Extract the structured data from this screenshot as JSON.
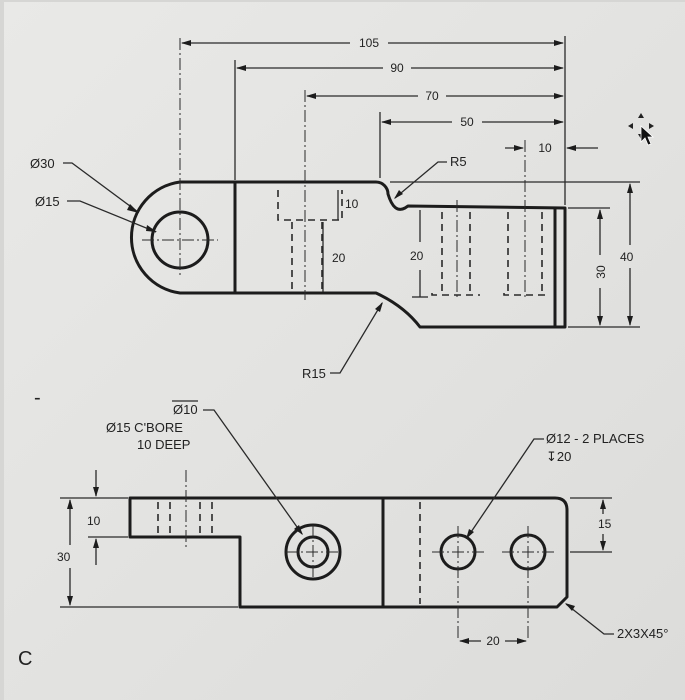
{
  "top_view": {
    "dims": {
      "d105": "105",
      "d90": "90",
      "d70": "70",
      "d50": "50",
      "d10_right": "10",
      "d10_slot": "10",
      "d20_mid": "20",
      "d20_step": "20",
      "d30": "30",
      "d40": "40"
    },
    "notes": {
      "dia30": "Ø30",
      "dia15": "Ø15",
      "r5": "R5",
      "r15": "R15"
    }
  },
  "front_view": {
    "dims": {
      "d10": "10",
      "d30": "30",
      "d15": "15",
      "d20": "20"
    },
    "notes": {
      "cbore_line1": "Ø10",
      "cbore_line2": "Ø15 C'BORE",
      "cbore_line3": "10 DEEP",
      "holes_line1": "Ø12 - 2 PLACES",
      "holes_line2": "↧20",
      "chamfer": "2X3X45°"
    }
  },
  "margin": {
    "dash": "-",
    "label": "C"
  }
}
